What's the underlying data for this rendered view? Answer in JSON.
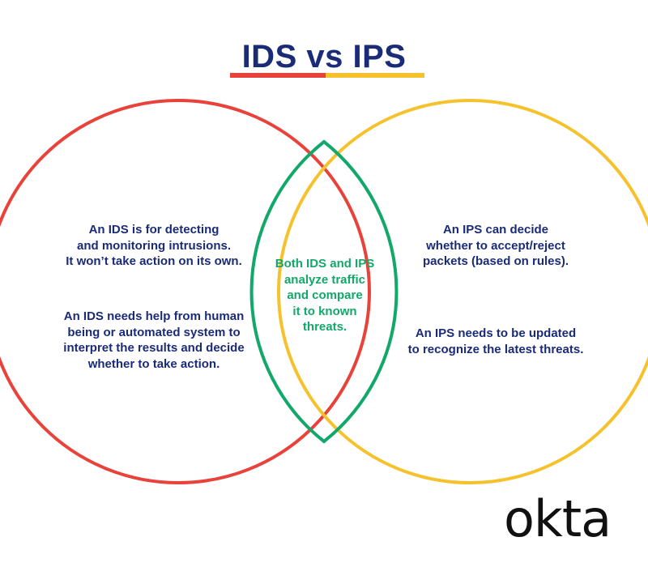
{
  "title": "IDS vs IPS",
  "colors": {
    "title": "#1a2b78",
    "text": "#1a2b78",
    "ids_circle": "#e8423a",
    "ips_circle": "#f5c22e",
    "overlap": "#12a86a",
    "logo": "#111111"
  },
  "ids": {
    "paragraphs": [
      "An IDS is for detecting\nand monitoring intrusions.\nIt won’t take action on its own.",
      "An IDS needs help from human\nbeing or automated system to\ninterpret the results and decide\nwhether to take action."
    ]
  },
  "overlap": {
    "text": "Both IDS and IPS\nanalyze traffic\nand compare\nit to known\nthreats."
  },
  "ips": {
    "paragraphs": [
      "An IPS can decide\nwhether to accept/reject\npackets (based on rules).",
      "An IPS needs to be updated\nto recognize the latest threats."
    ]
  },
  "logo": "okta"
}
